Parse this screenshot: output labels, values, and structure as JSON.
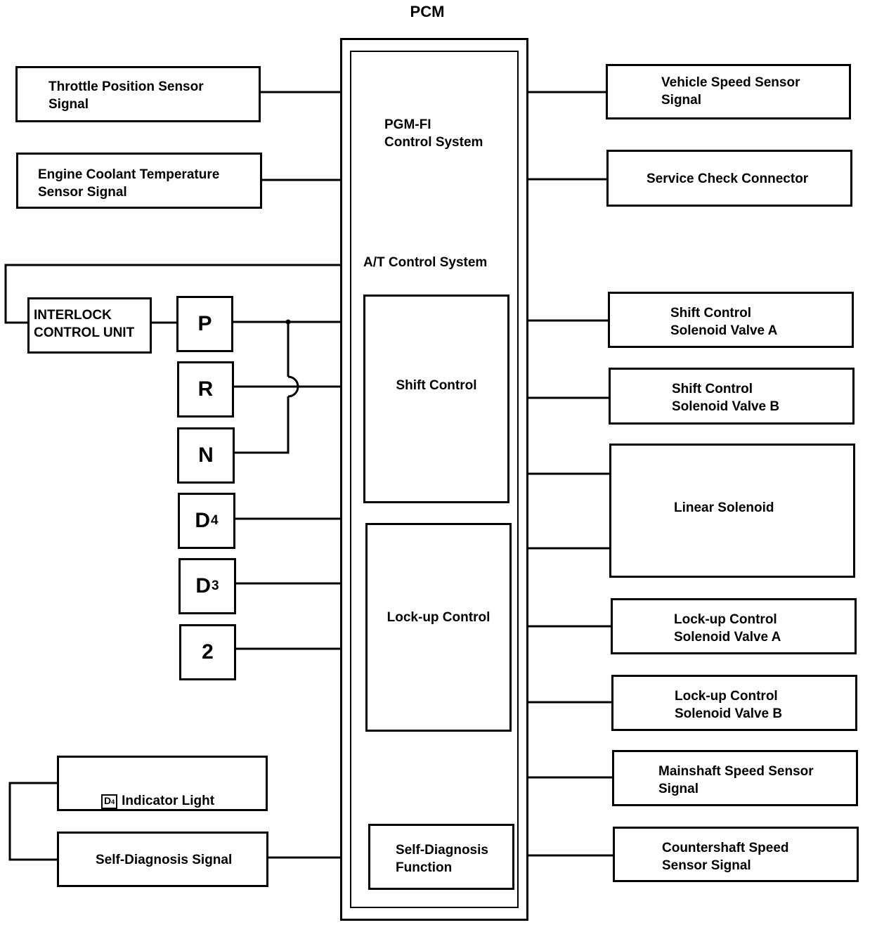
{
  "pcm": {
    "title": "PCM",
    "pgmfi_label": "PGM-FI\nControl System",
    "at_label": "A/T Control System",
    "shift_control": "Shift Control",
    "lockup_control": "Lock-up Control",
    "self_diag_function": "Self-Diagnosis\nFunction"
  },
  "inputs": {
    "throttle": "Throttle Position Sensor\nSignal",
    "coolant": "Engine Coolant Temperature\nSensor Signal",
    "interlock": "INTERLOCK\nCONTROL UNIT",
    "d4_indicator": "Indicator Light",
    "self_diag_signal": "Self-Diagnosis Signal"
  },
  "selector": {
    "p": "P",
    "r": "R",
    "n": "N",
    "d4": "D",
    "d4_sub": "4",
    "d3": "D",
    "d3_sub": "3",
    "two": "2"
  },
  "d4_icon": {
    "letter": "D",
    "sub": "4"
  },
  "outputs": {
    "vss": "Vehicle Speed Sensor\nSignal",
    "service_check": "Service Check Connector",
    "shift_a": "Shift Control\nSolenoid Valve A",
    "shift_b": "Shift Control\nSolenoid Valve B",
    "linear": "Linear Solenoid",
    "lockup_a": "Lock-up Control\nSolenoid Valve A",
    "lockup_b": "Lock-up Control\nSolenoid Valve B",
    "mainshaft": "Mainshaft Speed Sensor\nSignal",
    "countershaft": "Countershaft Speed\nSensor Signal"
  }
}
